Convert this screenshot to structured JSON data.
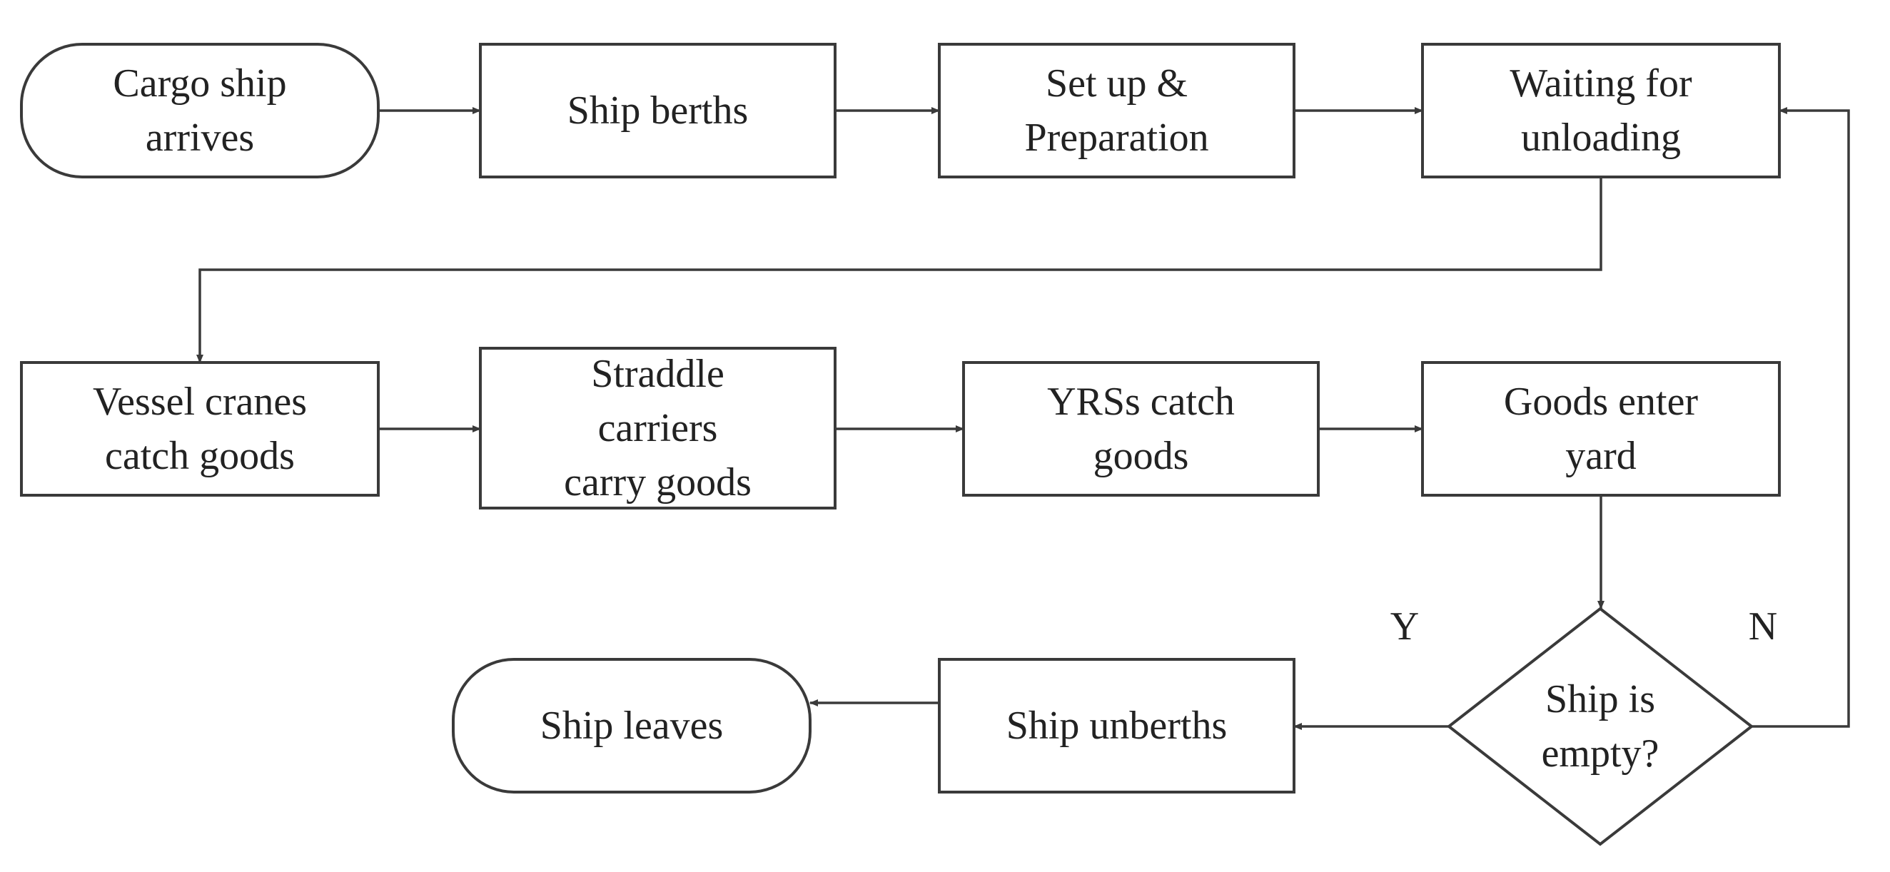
{
  "flowchart": {
    "nodes": {
      "cargo_ship_arrives": {
        "shape": "terminal",
        "lines": [
          "Cargo ship",
          "arrives"
        ]
      },
      "ship_berths": {
        "shape": "process",
        "lines": [
          "Ship berths"
        ]
      },
      "setup_preparation": {
        "shape": "process",
        "lines": [
          "Set up &",
          "Preparation"
        ]
      },
      "waiting_for_unloading": {
        "shape": "process",
        "lines": [
          "Waiting for",
          "unloading"
        ]
      },
      "vessel_cranes": {
        "shape": "process",
        "lines": [
          "Vessel cranes",
          "catch goods"
        ]
      },
      "straddle_carriers": {
        "shape": "process",
        "lines": [
          "Straddle",
          "carriers",
          "carry goods"
        ]
      },
      "yrss_catch": {
        "shape": "process",
        "lines": [
          "YRSs catch",
          "goods"
        ]
      },
      "goods_enter_yard": {
        "shape": "process",
        "lines": [
          "Goods enter",
          "yard"
        ]
      },
      "ship_is_empty": {
        "shape": "decision",
        "lines": [
          "Ship is",
          "empty?"
        ]
      },
      "ship_unberths": {
        "shape": "process",
        "lines": [
          "Ship unberths"
        ]
      },
      "ship_leaves": {
        "shape": "terminal",
        "lines": [
          "Ship leaves"
        ]
      }
    },
    "edges": [
      {
        "from": "cargo_ship_arrives",
        "to": "ship_berths"
      },
      {
        "from": "ship_berths",
        "to": "setup_preparation"
      },
      {
        "from": "setup_preparation",
        "to": "waiting_for_unloading"
      },
      {
        "from": "waiting_for_unloading",
        "to": "vessel_cranes"
      },
      {
        "from": "vessel_cranes",
        "to": "straddle_carriers"
      },
      {
        "from": "straddle_carriers",
        "to": "yrss_catch"
      },
      {
        "from": "yrss_catch",
        "to": "goods_enter_yard"
      },
      {
        "from": "goods_enter_yard",
        "to": "ship_is_empty"
      },
      {
        "from": "ship_is_empty",
        "to": "ship_unberths",
        "label": "Y"
      },
      {
        "from": "ship_is_empty",
        "to": "waiting_for_unloading",
        "label": "N"
      },
      {
        "from": "ship_unberths",
        "to": "ship_leaves"
      }
    ]
  }
}
